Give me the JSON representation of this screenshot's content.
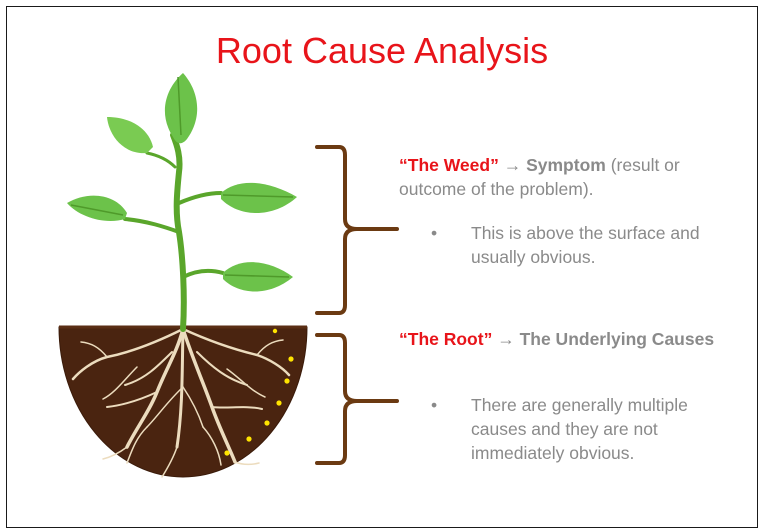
{
  "slide": {
    "title": "Root Cause Analysis"
  },
  "weed": {
    "label": "“The Weed”",
    "arrow": "→",
    "term": "Symptom",
    "description": "(result or outcome of the problem).",
    "bullet_glyph": "•",
    "bullet": "This is above the surface and usually obvious."
  },
  "root": {
    "label": "“The Root”",
    "arrow": "→",
    "term": "The Underlying Causes",
    "bullet_glyph": "•",
    "bullet": "There are generally multiple causes and they are not immediately obvious."
  },
  "colors": {
    "title": "#e8141a",
    "highlight": "#e8141a",
    "body_text": "#8a8a8a",
    "bracket": "#6b3a12",
    "soil": "#4a2410",
    "stem": "#5fae2e",
    "leaf": "#6cc24a",
    "roots": "#e8d7b8",
    "seeds": "#ffe400"
  },
  "icons": [
    "plant-illustration",
    "soil-illustration",
    "curly-bracket"
  ]
}
